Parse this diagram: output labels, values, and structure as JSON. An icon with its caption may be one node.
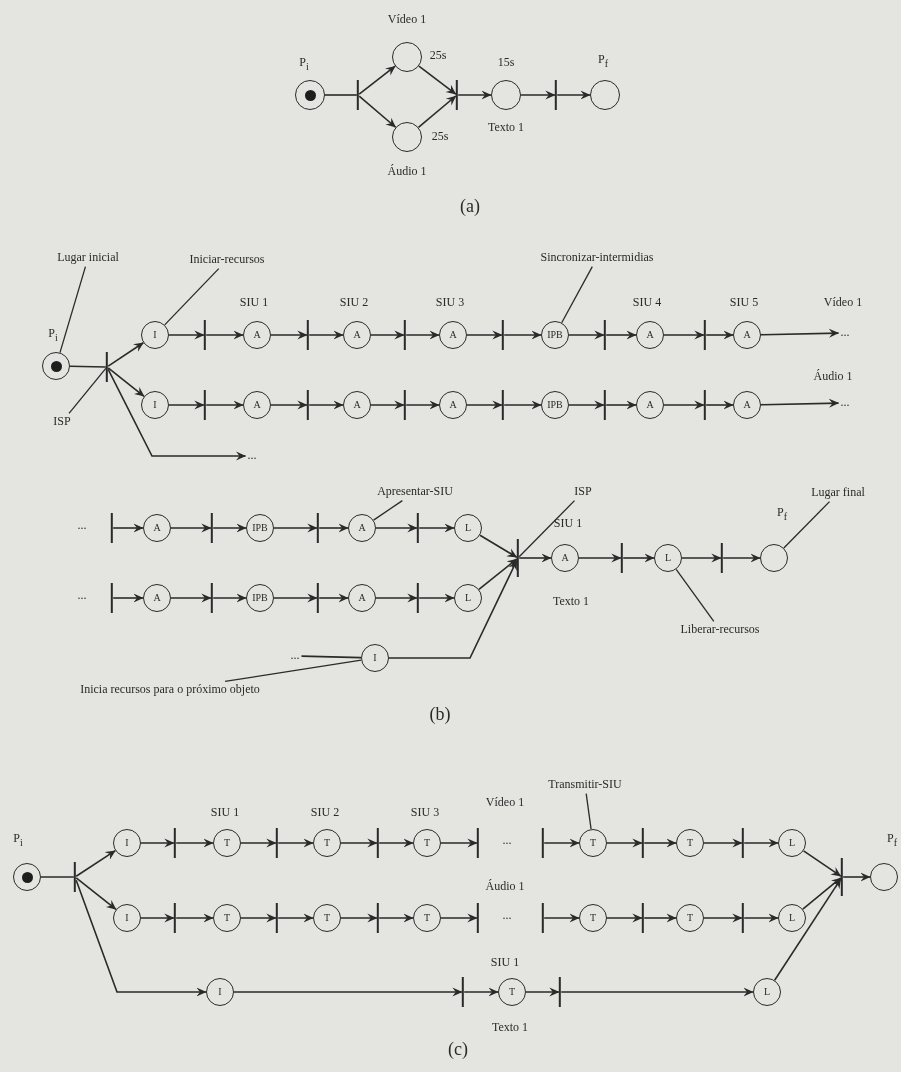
{
  "diagram": {
    "nodes": [
      {
        "text": [],
        "shape": "circle",
        "beside": [
          "P$_{i}$"
        ]
      },
      {
        "text": [],
        "shape": "bar"
      },
      {
        "text": [],
        "shape": "circle",
        "beside": [
          "Vídeo 1",
          "25s"
        ]
      },
      {
        "text": [],
        "shape": "circle",
        "beside": [
          "Áudio 1",
          "25s"
        ]
      },
      {
        "text": [],
        "shape": "bar"
      },
      {
        "text": [],
        "shape": "circle",
        "beside": [
          "15s",
          "Texto 1"
        ]
      },
      {
        "text": [],
        "shape": "bar"
      },
      {
        "text": [],
        "shape": "circle",
        "beside": [
          "P$_{f}$"
        ]
      },
      {
        "text": [
          "Lugar inicial"
        ]
      },
      {
        "text": [],
        "shape": "circle",
        "beside": [
          "P$_{i}$"
        ]
      },
      {
        "text": [],
        "shape": "bar"
      },
      {
        "text": [
          "ISP"
        ]
      },
      {
        "text": [
          "Iniciar-recursos"
        ]
      },
      {
        "text": [
          "I"
        ]
      },
      {
        "text": [],
        "shape": "bar"
      },
      {
        "text": [
          "A"
        ],
        "beside": [
          "SIU 1"
        ]
      },
      {
        "text": [],
        "shape": "bar"
      },
      {
        "text": [
          "A"
        ],
        "beside": [
          "SIU 2"
        ]
      },
      {
        "text": [],
        "shape": "bar"
      },
      {
        "text": [
          "A"
        ],
        "beside": [
          "SIU 3"
        ]
      },
      {
        "text": [],
        "shape": "bar"
      },
      {
        "text": [
          "IPB"
        ]
      },
      {
        "text": [],
        "shape": "bar"
      },
      {
        "text": [
          "A"
        ],
        "beside": [
          "SIU 4"
        ]
      },
      {
        "text": [],
        "shape": "bar"
      },
      {
        "text": [
          "A"
        ],
        "beside": [
          "SIU 5"
        ]
      },
      {
        "text": [
          "..."
        ]
      },
      {
        "text": [
          "Sincronizar-intermidias"
        ]
      },
      {
        "text": [
          "I"
        ]
      },
      {
        "text": [],
        "shape": "bar"
      },
      {
        "text": [
          "A"
        ]
      },
      {
        "text": [],
        "shape": "bar"
      },
      {
        "text": [
          "A"
        ]
      },
      {
        "text": [],
        "shape": "bar"
      },
      {
        "text": [
          "A"
        ]
      },
      {
        "text": [],
        "shape": "bar"
      },
      {
        "text": [
          "IPB"
        ]
      },
      {
        "text": [],
        "shape": "bar"
      },
      {
        "text": [
          "A"
        ]
      },
      {
        "text": [],
        "shape": "bar"
      },
      {
        "text": [
          "A"
        ]
      },
      {
        "text": [
          "..."
        ]
      },
      {
        "text": [
          "..."
        ]
      },
      {
        "text": [],
        "shape": "bar"
      },
      {
        "text": [
          "A"
        ]
      },
      {
        "text": [],
        "shape": "bar"
      },
      {
        "text": [
          "IPB"
        ]
      },
      {
        "text": [],
        "shape": "bar"
      },
      {
        "text": [
          "A"
        ]
      },
      {
        "text": [],
        "shape": "bar"
      },
      {
        "text": [
          "L"
        ]
      },
      {
        "text": [
          "Apresentar-SIU"
        ]
      },
      {
        "text": [],
        "shape": "bar"
      },
      {
        "text": [
          "A"
        ]
      },
      {
        "text": [],
        "shape": "bar"
      },
      {
        "text": [
          "IPB"
        ]
      },
      {
        "text": [],
        "shape": "bar"
      },
      {
        "text": [
          "A"
        ]
      },
      {
        "text": [],
        "shape": "bar"
      },
      {
        "text": [
          "L"
        ]
      },
      {
        "text": [
          "..."
        ]
      },
      {
        "text": [
          "I"
        ]
      },
      {
        "text": [
          "Inicia recursos para o próximo objeto"
        ]
      },
      {
        "text": [],
        "shape": "bar"
      },
      {
        "text": [
          "ISP"
        ]
      },
      {
        "text": [
          "A"
        ],
        "beside": [
          "SIU 1",
          "Texto 1"
        ]
      },
      {
        "text": [],
        "shape": "bar"
      },
      {
        "text": [
          "L"
        ]
      },
      {
        "text": [],
        "shape": "bar"
      },
      {
        "text": [],
        "shape": "circle",
        "beside": [
          "P$_{f}$"
        ]
      },
      {
        "text": [
          "Lugar final"
        ]
      },
      {
        "text": [
          "Liberar-recursos"
        ]
      },
      {
        "text": [],
        "shape": "circle",
        "beside": [
          "P$_{i}$"
        ]
      },
      {
        "text": [],
        "shape": "bar"
      },
      {
        "text": [
          "I"
        ]
      },
      {
        "text": [],
        "shape": "bar"
      },
      {
        "text": [
          "T"
        ],
        "beside": [
          "SIU 1"
        ]
      },
      {
        "text": [],
        "shape": "bar"
      },
      {
        "text": [
          "T"
        ],
        "beside": [
          "SIU 2"
        ]
      },
      {
        "text": [],
        "shape": "bar"
      },
      {
        "text": [
          "T"
        ],
        "beside": [
          "SIU 3"
        ]
      },
      {
        "text": [],
        "shape": "bar"
      },
      {
        "text": [],
        "shape": "bar"
      },
      {
        "text": [
          "T"
        ]
      },
      {
        "text": [],
        "shape": "bar"
      },
      {
        "text": [
          "T"
        ]
      },
      {
        "text": [],
        "shape": "bar"
      },
      {
        "text": [
          "L"
        ]
      },
      {
        "text": [
          "Transmitir-SIU"
        ]
      },
      {
        "text": [
          "I"
        ]
      },
      {
        "text": [],
        "shape": "bar"
      },
      {
        "text": [
          "T"
        ]
      },
      {
        "text": [],
        "shape": "bar"
      },
      {
        "text": [
          "T"
        ]
      },
      {
        "text": [],
        "shape": "bar"
      },
      {
        "text": [
          "T"
        ]
      },
      {
        "text": [],
        "shape": "bar"
      },
      {
        "text": [],
        "shape": "bar"
      },
      {
        "text": [
          "T"
        ]
      },
      {
        "text": [],
        "shape": "bar"
      },
      {
        "text": [
          "T"
        ]
      },
      {
        "text": [],
        "shape": "bar"
      },
      {
        "text": [
          "L"
        ]
      },
      {
        "text": [
          "I"
        ]
      },
      {
        "text": [],
        "shape": "bar"
      },
      {
        "text": [
          "T"
        ],
        "beside": [
          "SIU 1",
          "Texto 1"
        ]
      },
      {
        "text": [],
        "shape": "bar"
      },
      {
        "text": [
          "L"
        ]
      },
      {
        "text": [],
        "shape": "bar"
      },
      {
        "text": [],
        "shape": "circle",
        "beside": [
          "P$_{f}$"
        ]
      }
    ],
    "edges": [
      {
        "from": 0,
        "to": 1,
        "arrow": "none"
      },
      {
        "from": 1,
        "to": 2,
        "arrow": "to"
      },
      {
        "from": 1,
        "to": 3,
        "arrow": "to"
      },
      {
        "from": 2,
        "to": 4,
        "arrow": "to"
      },
      {
        "from": 3,
        "to": 4,
        "arrow": "to"
      },
      {
        "from": 4,
        "to": 5,
        "arrow": "to"
      },
      {
        "from": 5,
        "to": 6,
        "arrow": "to"
      },
      {
        "from": 6,
        "to": 7,
        "arrow": "to"
      },
      {
        "from": 8,
        "to": 9,
        "arrow": "none"
      },
      {
        "from": 9,
        "to": 10,
        "arrow": "none"
      },
      {
        "from": 11,
        "to": 10,
        "arrow": "none"
      },
      {
        "from": 12,
        "to": 13,
        "arrow": "none"
      },
      {
        "from": 10,
        "to": 13,
        "arrow": "to"
      },
      {
        "from": 10,
        "to": 28,
        "arrow": "to"
      },
      {
        "from": 10,
        "to": 42,
        "arrow": "to"
      },
      {
        "from": 13,
        "to": 14,
        "arrow": "to"
      },
      {
        "from": 14,
        "to": 15,
        "arrow": "to"
      },
      {
        "from": 15,
        "to": 16,
        "arrow": "to"
      },
      {
        "from": 16,
        "to": 17,
        "arrow": "to"
      },
      {
        "from": 17,
        "to": 18,
        "arrow": "to"
      },
      {
        "from": 18,
        "to": 19,
        "arrow": "to"
      },
      {
        "from": 19,
        "to": 20,
        "arrow": "to"
      },
      {
        "from": 20,
        "to": 21,
        "arrow": "to"
      },
      {
        "from": 21,
        "to": 22,
        "arrow": "to"
      },
      {
        "from": 22,
        "to": 23,
        "arrow": "to"
      },
      {
        "from": 23,
        "to": 24,
        "arrow": "to"
      },
      {
        "from": 24,
        "to": 25,
        "arrow": "to"
      },
      {
        "from": 25,
        "to": 26,
        "arrow": "to"
      },
      {
        "from": 27,
        "to": 21,
        "arrow": "none"
      },
      {
        "from": 28,
        "to": 29,
        "arrow": "to"
      },
      {
        "from": 29,
        "to": 30,
        "arrow": "to"
      },
      {
        "from": 30,
        "to": 31,
        "arrow": "to"
      },
      {
        "from": 31,
        "to": 32,
        "arrow": "to"
      },
      {
        "from": 32,
        "to": 33,
        "arrow": "to"
      },
      {
        "from": 33,
        "to": 34,
        "arrow": "to"
      },
      {
        "from": 34,
        "to": 35,
        "arrow": "to"
      },
      {
        "from": 35,
        "to": 36,
        "arrow": "to"
      },
      {
        "from": 36,
        "to": 37,
        "arrow": "to"
      },
      {
        "from": 37,
        "to": 38,
        "arrow": "to"
      },
      {
        "from": 38,
        "to": 39,
        "arrow": "to"
      },
      {
        "from": 39,
        "to": 40,
        "arrow": "to"
      },
      {
        "from": 40,
        "to": 41,
        "arrow": "to"
      },
      {
        "from": 43,
        "to": 44,
        "arrow": "to"
      },
      {
        "from": 44,
        "to": 45,
        "arrow": "to"
      },
      {
        "from": 45,
        "to": 46,
        "arrow": "to"
      },
      {
        "from": 46,
        "to": 47,
        "arrow": "to"
      },
      {
        "from": 47,
        "to": 48,
        "arrow": "to"
      },
      {
        "from": 48,
        "to": 49,
        "arrow": "to"
      },
      {
        "from": 49,
        "to": 50,
        "arrow": "to"
      },
      {
        "from": 50,
        "to": 63,
        "arrow": "to"
      },
      {
        "from": 51,
        "to": 48,
        "arrow": "none"
      },
      {
        "from": 52,
        "to": 53,
        "arrow": "to"
      },
      {
        "from": 53,
        "to": 54,
        "arrow": "to"
      },
      {
        "from": 54,
        "to": 55,
        "arrow": "to"
      },
      {
        "from": 55,
        "to": 56,
        "arrow": "to"
      },
      {
        "from": 56,
        "to": 57,
        "arrow": "to"
      },
      {
        "from": 57,
        "to": 58,
        "arrow": "to"
      },
      {
        "from": 58,
        "to": 59,
        "arrow": "to"
      },
      {
        "from": 59,
        "to": 63,
        "arrow": "to"
      },
      {
        "from": 60,
        "to": 61,
        "arrow": "none"
      },
      {
        "from": 61,
        "to": 63,
        "arrow": "to"
      },
      {
        "from": 62,
        "to": 61,
        "arrow": "none"
      },
      {
        "from": 63,
        "to": 65,
        "arrow": "to"
      },
      {
        "from": 65,
        "to": 66,
        "arrow": "to"
      },
      {
        "from": 66,
        "to": 67,
        "arrow": "to"
      },
      {
        "from": 67,
        "to": 68,
        "arrow": "to"
      },
      {
        "from": 68,
        "to": 69,
        "arrow": "to"
      },
      {
        "from": 64,
        "to": 63,
        "arrow": "none"
      },
      {
        "from": 70,
        "to": 69,
        "arrow": "none"
      },
      {
        "from": 71,
        "to": 67,
        "arrow": "none"
      },
      {
        "from": 72,
        "to": 73,
        "arrow": "none"
      },
      {
        "from": 73,
        "to": 74,
        "arrow": "to"
      },
      {
        "from": 73,
        "to": 89,
        "arrow": "to"
      },
      {
        "from": 73,
        "to": 103,
        "arrow": "to"
      },
      {
        "from": 74,
        "to": 75,
        "arrow": "to"
      },
      {
        "from": 75,
        "to": 76,
        "arrow": "to"
      },
      {
        "from": 76,
        "to": 77,
        "arrow": "to"
      },
      {
        "from": 77,
        "to": 78,
        "arrow": "to"
      },
      {
        "from": 78,
        "to": 79,
        "arrow": "to"
      },
      {
        "from": 79,
        "to": 80,
        "arrow": "to"
      },
      {
        "from": 80,
        "to": 81,
        "arrow": "to"
      },
      {
        "from": 82,
        "to": 83,
        "arrow": "to"
      },
      {
        "from": 83,
        "to": 84,
        "arrow": "to"
      },
      {
        "from": 84,
        "to": 85,
        "arrow": "to"
      },
      {
        "from": 85,
        "to": 86,
        "arrow": "to"
      },
      {
        "from": 86,
        "to": 87,
        "arrow": "to"
      },
      {
        "from": 87,
        "to": 108,
        "arrow": "to"
      },
      {
        "from": 88,
        "to": 83,
        "arrow": "none"
      },
      {
        "from": 89,
        "to": 90,
        "arrow": "to"
      },
      {
        "from": 90,
        "to": 91,
        "arrow": "to"
      },
      {
        "from": 91,
        "to": 92,
        "arrow": "to"
      },
      {
        "from": 92,
        "to": 93,
        "arrow": "to"
      },
      {
        "from": 93,
        "to": 94,
        "arrow": "to"
      },
      {
        "from": 94,
        "to": 95,
        "arrow": "to"
      },
      {
        "from": 95,
        "to": 96,
        "arrow": "to"
      },
      {
        "from": 97,
        "to": 98,
        "arrow": "to"
      },
      {
        "from": 98,
        "to": 99,
        "arrow": "to"
      },
      {
        "from": 99,
        "to": 100,
        "arrow": "to"
      },
      {
        "from": 100,
        "to": 101,
        "arrow": "to"
      },
      {
        "from": 101,
        "to": 102,
        "arrow": "to"
      },
      {
        "from": 102,
        "to": 108,
        "arrow": "to"
      },
      {
        "from": 103,
        "to": 104,
        "arrow": "to"
      },
      {
        "from": 104,
        "to": 105,
        "arrow": "to"
      },
      {
        "from": 105,
        "to": 106,
        "arrow": "to"
      },
      {
        "from": 106,
        "to": 107,
        "arrow": "to"
      },
      {
        "from": 107,
        "to": 108,
        "arrow": "to"
      },
      {
        "from": 108,
        "to": 109,
        "arrow": "to"
      }
    ],
    "labels": [
      "(a)",
      "Vídeo 1",
      "Áudio 1",
      "...",
      "...",
      "(b)",
      "Vídeo 1",
      "...",
      "Áudio 1",
      "...",
      "(c)"
    ]
  }
}
